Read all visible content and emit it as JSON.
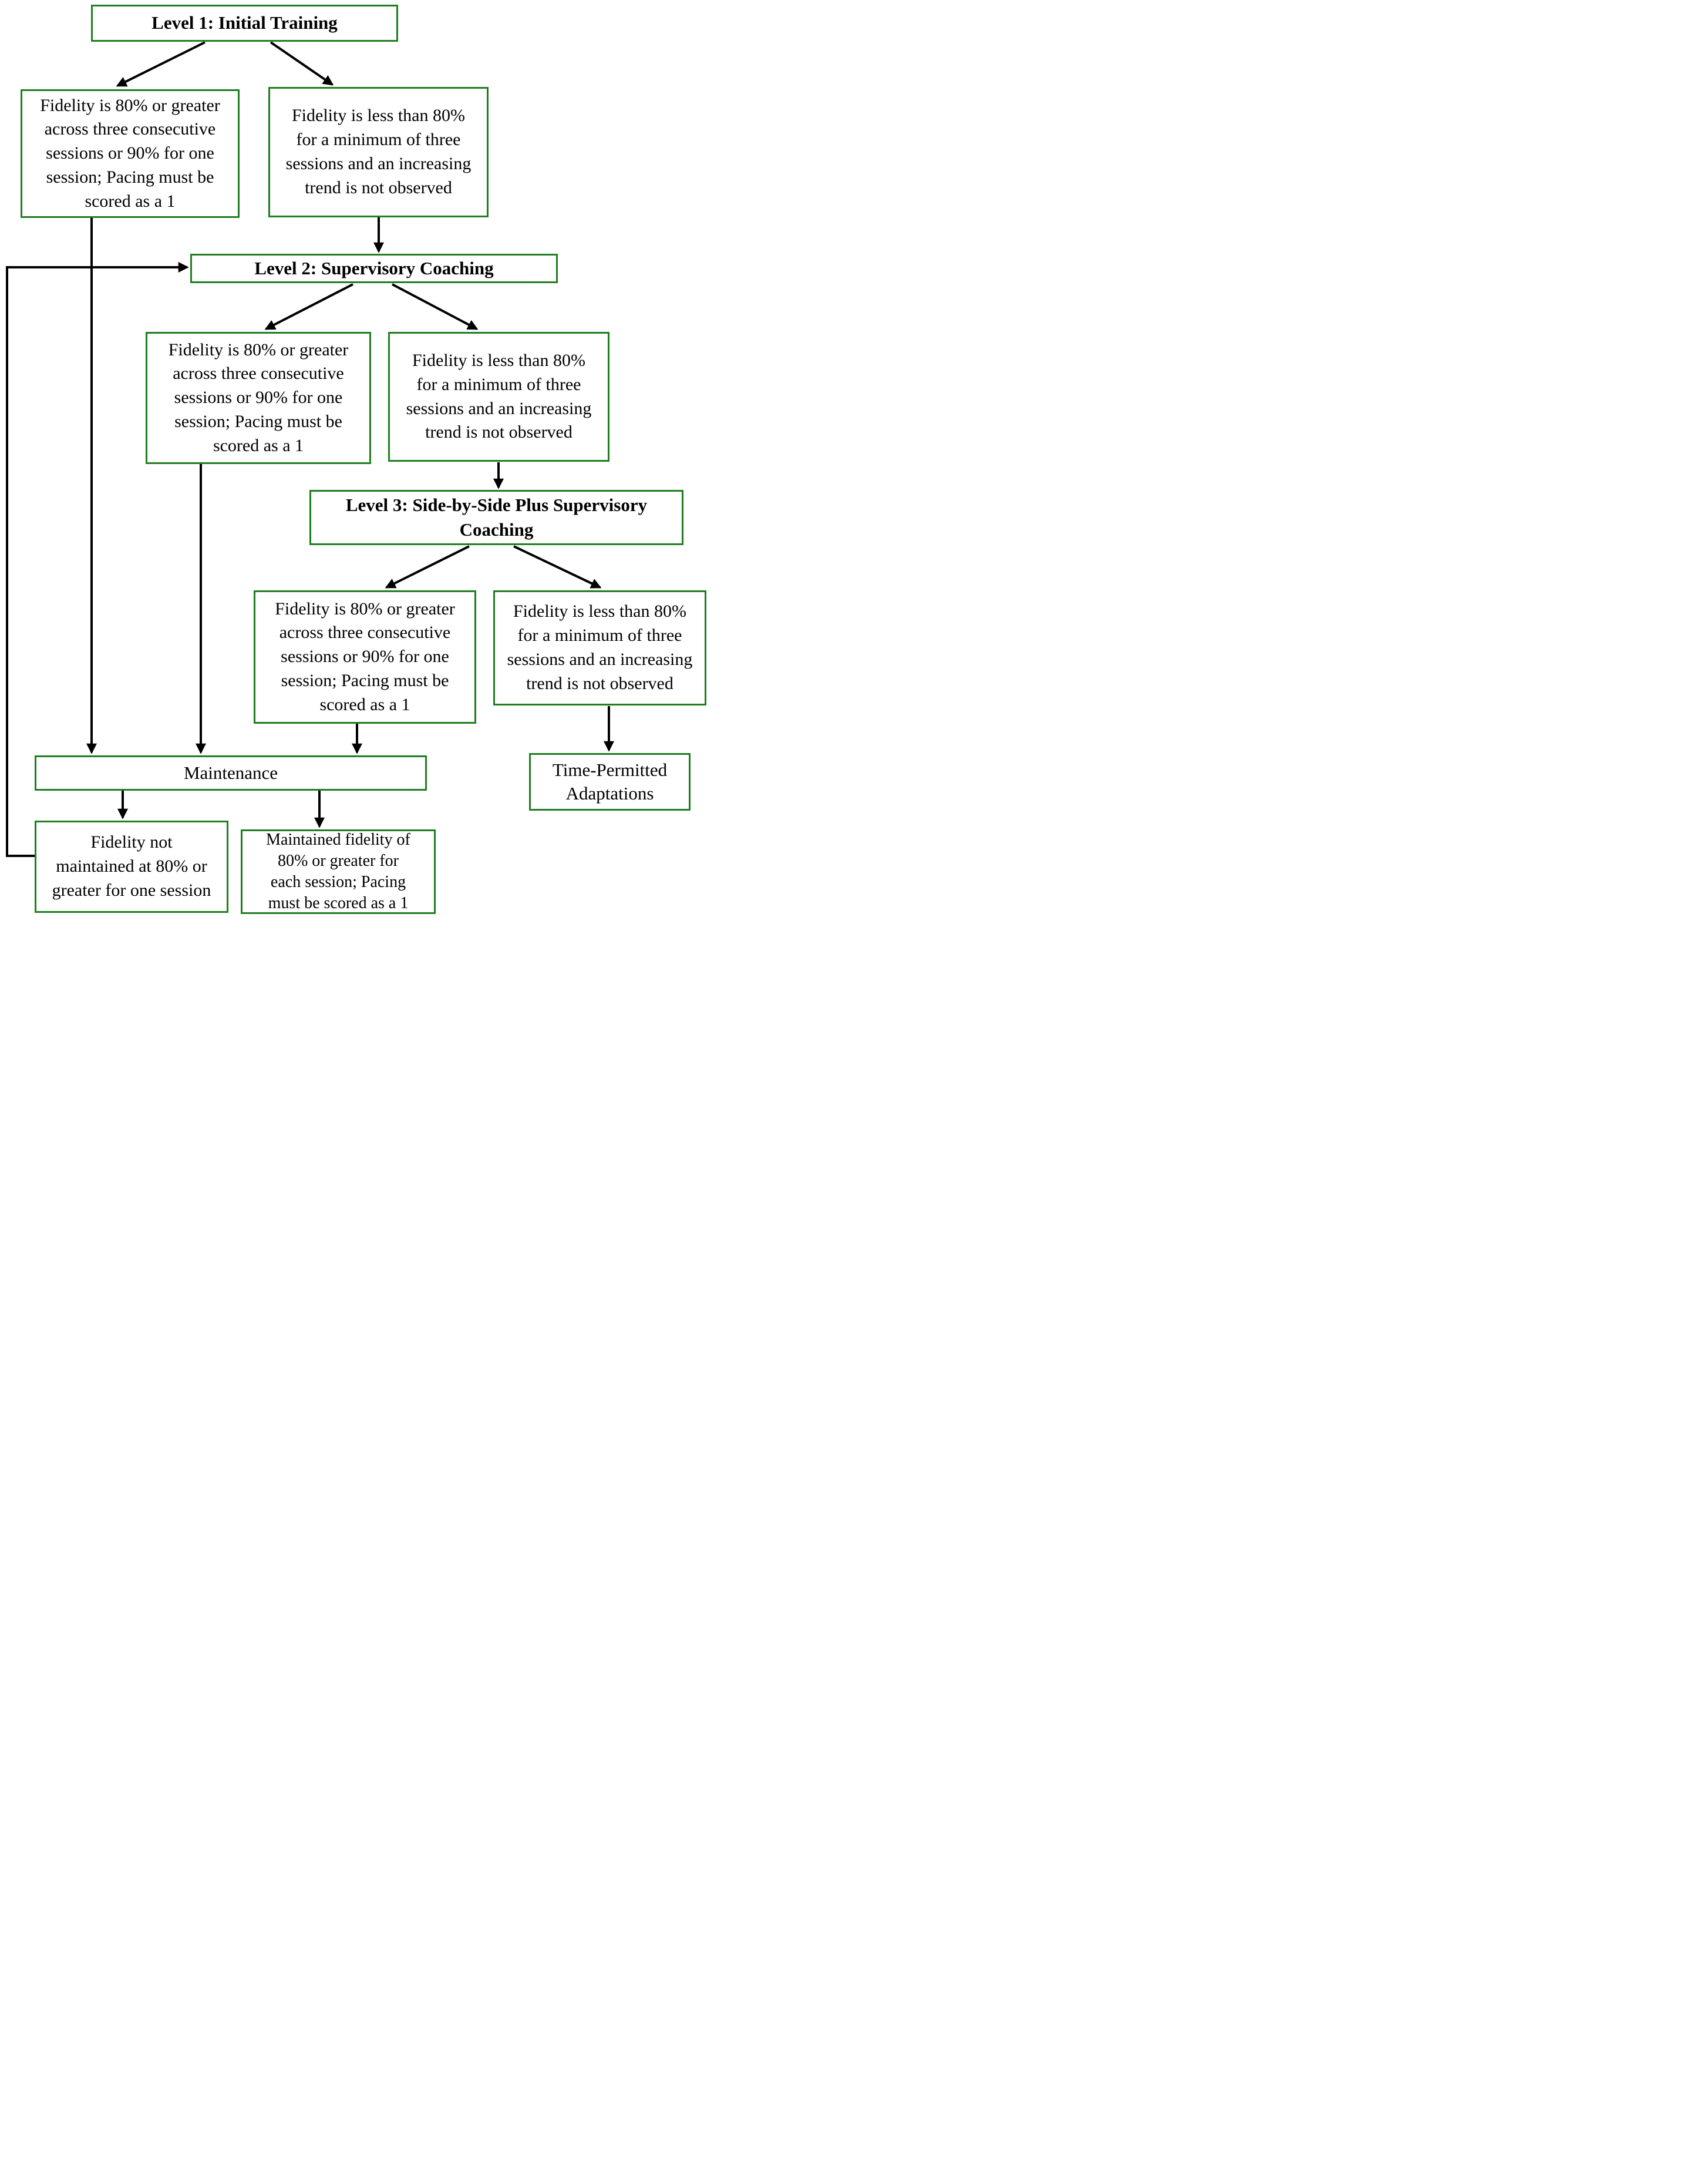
{
  "diagram": {
    "colors": {
      "box_border": "#1f7e1f",
      "arrow": "#000000",
      "text": "#000000",
      "background": "#ffffff"
    },
    "nodes": {
      "level1": {
        "label": "Level 1: Initial Training"
      },
      "l1_pass": {
        "label": "Fidelity is 80% or greater\nacross three consecutive\nsessions or 90% for one\nsession; Pacing must be\nscored as a 1"
      },
      "l1_fail": {
        "label": "Fidelity is less than 80%\nfor a minimum of three\nsessions and an increasing\ntrend is not observed"
      },
      "level2": {
        "label": "Level 2: Supervisory Coaching"
      },
      "l2_pass": {
        "label": "Fidelity is 80% or greater\nacross three consecutive\nsessions or 90% for one\nsession; Pacing must be\nscored as a 1"
      },
      "l2_fail": {
        "label": "Fidelity is less than 80%\nfor a minimum of three\nsessions and an increasing\ntrend is not observed"
      },
      "level3": {
        "label": "Level 3: Side-by-Side Plus Supervisory\nCoaching"
      },
      "l3_pass": {
        "label": "Fidelity is 80% or greater\nacross three consecutive\nsessions or 90% for one\nsession; Pacing must be\nscored as a 1"
      },
      "l3_fail": {
        "label": "Fidelity is less than 80%\nfor a minimum of three\nsessions and an increasing\ntrend is not observed"
      },
      "maintenance": {
        "label": "Maintenance"
      },
      "time_permitted": {
        "label": "Time-Permitted\nAdaptations"
      },
      "fidelity_not_maintained": {
        "label": "Fidelity not\nmaintained at 80% or\ngreater for one session"
      },
      "maintained_fidelity": {
        "label": "Maintained fidelity of\n80% or greater for\neach session; Pacing\nmust be scored as a 1"
      }
    },
    "edges": [
      {
        "from": "level1",
        "to": "l1_pass"
      },
      {
        "from": "level1",
        "to": "l1_fail"
      },
      {
        "from": "l1_pass",
        "to": "maintenance"
      },
      {
        "from": "l1_fail",
        "to": "level2"
      },
      {
        "from": "level2",
        "to": "l2_pass"
      },
      {
        "from": "level2",
        "to": "l2_fail"
      },
      {
        "from": "l2_pass",
        "to": "maintenance"
      },
      {
        "from": "l2_fail",
        "to": "level3"
      },
      {
        "from": "level3",
        "to": "l3_pass"
      },
      {
        "from": "level3",
        "to": "l3_fail"
      },
      {
        "from": "l3_pass",
        "to": "maintenance"
      },
      {
        "from": "l3_fail",
        "to": "time_permitted"
      },
      {
        "from": "maintenance",
        "to": "fidelity_not_maintained"
      },
      {
        "from": "maintenance",
        "to": "maintained_fidelity"
      },
      {
        "from": "fidelity_not_maintained",
        "to": "level2"
      }
    ]
  }
}
